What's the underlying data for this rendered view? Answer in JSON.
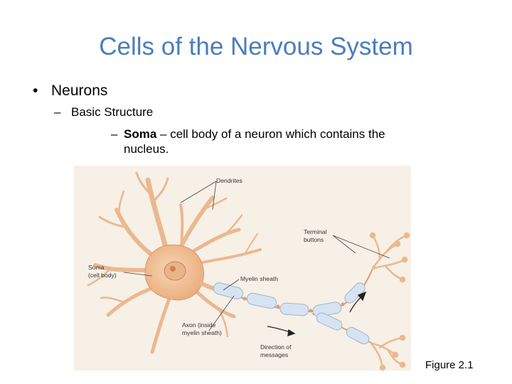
{
  "slide": {
    "title": "Cells of the Nervous System",
    "bullet_1": "Neurons",
    "bullet_2": "Basic Structure",
    "bullet_3_bold": "Soma",
    "bullet_3_rest_line1": " – cell body of a neuron which contains the",
    "bullet_3_rest_line2": "nucleus.",
    "figure_caption": "Figure 2.1"
  },
  "figure": {
    "labels": {
      "dendrites": "Dendrites",
      "terminal_line1": "Terminal",
      "terminal_line2": "buttons",
      "soma_line1": "Soma",
      "soma_line2": "(cell body)",
      "myelin": "Myelin sheath",
      "axon_line1": "Axon (inside",
      "axon_line2": "myelin sheath)",
      "direction_line1": "Direction of",
      "direction_line2": "messages"
    },
    "colors": {
      "cell": "#f2c49b",
      "cell_edge": "#d9956a",
      "nucleus": "#e8b48a",
      "myelin": "#d7e3f1",
      "myelin_edge": "#9fb4cf",
      "node": "#e39a6e",
      "background": "#f6f0e6"
    }
  }
}
